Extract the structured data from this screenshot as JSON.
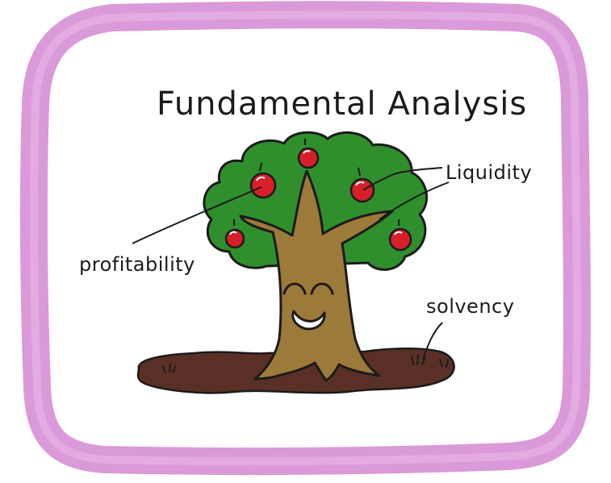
{
  "title": "Fundamental Analysis",
  "labels": {
    "liquidity": "Liquidity",
    "profitability": "profitability",
    "solvency": "solvency"
  },
  "colors": {
    "frame": "#d893d6",
    "leaves": "#2f8f2c",
    "trunk": "#9c7a3a",
    "soil": "#5a3026",
    "apple": "#d71f2a",
    "outline": "#1b1b1b",
    "background": "#ffffff"
  }
}
